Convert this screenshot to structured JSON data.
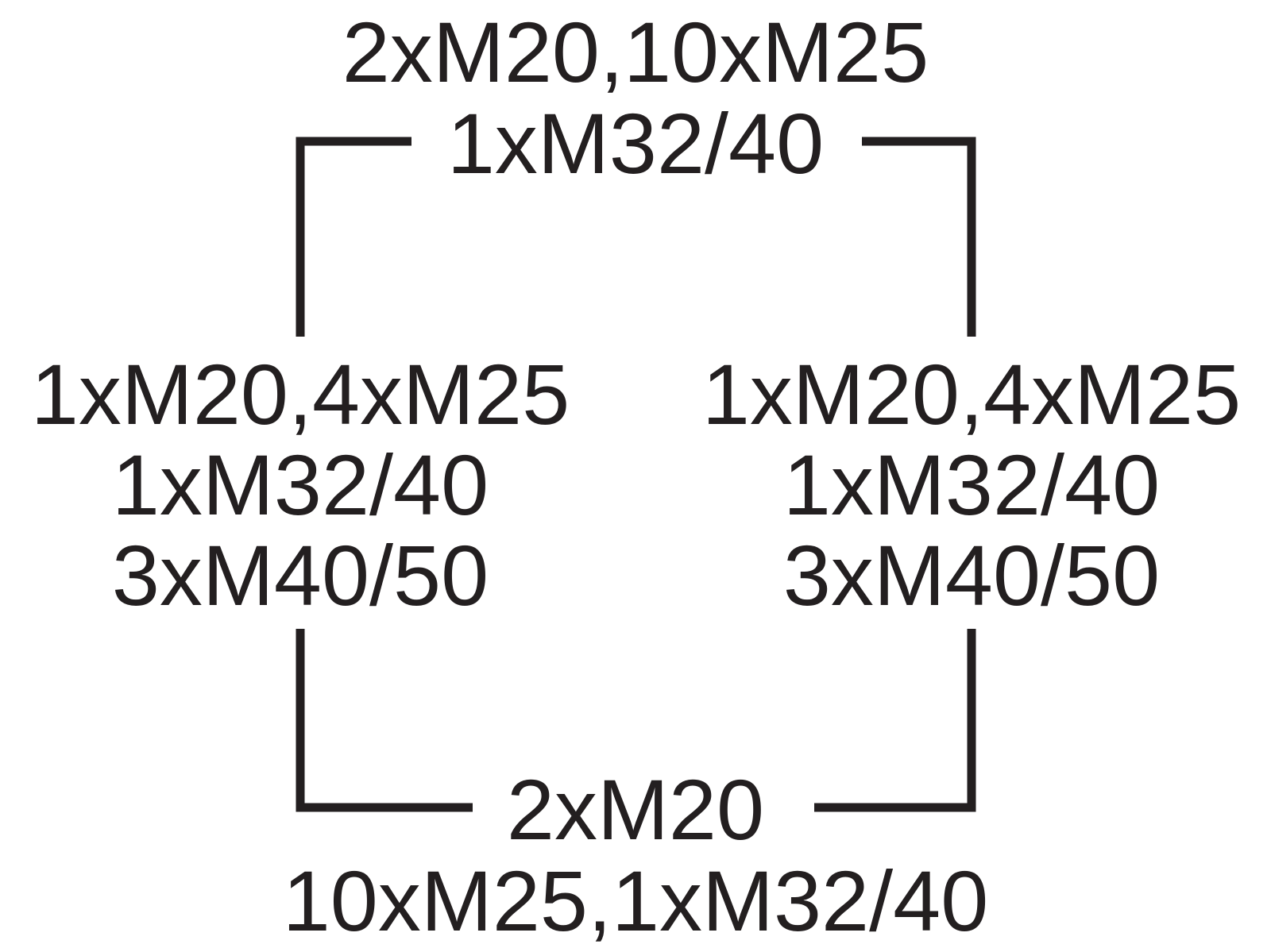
{
  "top": {
    "line1": "2xM20,10xM25",
    "line2": "1xM32/40"
  },
  "left": {
    "line1": "1xM20,4xM25",
    "line2": "1xM32/40",
    "line3": "3xM40/50"
  },
  "right": {
    "line1": "1xM20,4xM25",
    "line2": "1xM32/40",
    "line3": "3xM40/50"
  },
  "bottom": {
    "line1": "2xM20",
    "line2": "10xM25,1xM32/40"
  },
  "colors": {
    "ink": "#231f20",
    "background": "#ffffff"
  }
}
